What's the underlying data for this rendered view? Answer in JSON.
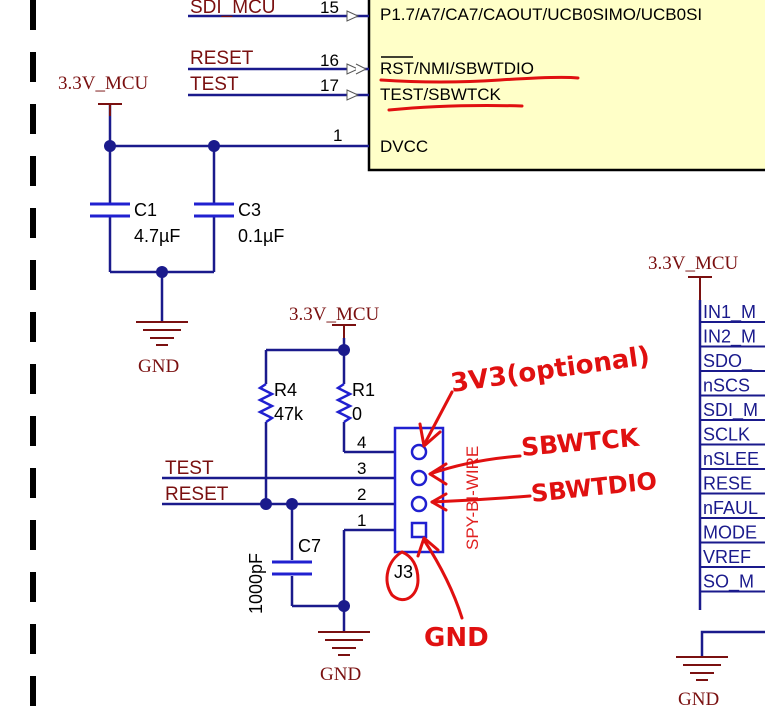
{
  "labels": {
    "sdi_mcu": "SDI_MCU",
    "reset": "RESET",
    "test": "TEST",
    "pin15": "15",
    "pin16": "16",
    "pin17": "17",
    "pin1": "1",
    "mcu_p17": "P1.7/A7/CA7/CAOUT/UCB0SIMO/UCB0SI",
    "mcu_rst": "RST",
    "mcu_rst_rest": "/NMI/SBWTDIO",
    "mcu_test": "TEST/SBWTCK",
    "mcu_dvcc": "DVCC",
    "rail_top": "3.3V_MCU",
    "rail_mid": "3.3V_MCU",
    "rail_right": "3.3V_MCU",
    "c1_ref": "C1",
    "c1_val": "4.7µF",
    "c3_ref": "C3",
    "c3_val": "0.1µF",
    "gnd_1": "GND",
    "gnd_2": "GND",
    "gnd_3": "GND",
    "r4_ref": "R4",
    "r4_val": "47k",
    "r1_ref": "R1",
    "r1_val": "0",
    "j3_p4": "4",
    "j3_p3": "3",
    "j3_p2": "2",
    "j3_p1": "1",
    "j3_ref": "J3",
    "j3_name": "SPY-BI-WIRE",
    "c7_ref": "C7",
    "c7_val": "1000pF",
    "test2": "TEST",
    "reset2": "RESET"
  },
  "right_ic_pins": [
    "IN1_M",
    "IN2_M",
    "SDO_",
    "nSCS",
    "SDI_M",
    "SCLK",
    "nSLEE",
    "RESE",
    "nFAUL",
    "MODE",
    "VREF",
    "SO_M"
  ],
  "annotations": {
    "note_3v3": "3V3(optional)",
    "note_sbwtck": "SBWTCK",
    "note_sbwtdio": "SBWTDIO",
    "note_gnd": "GND"
  },
  "colors": {
    "wire": "#1a1a8c",
    "ref": "#7a1010",
    "component": "#2020d0",
    "ink": "#e01010",
    "ic_fill": "#ffffc8"
  }
}
